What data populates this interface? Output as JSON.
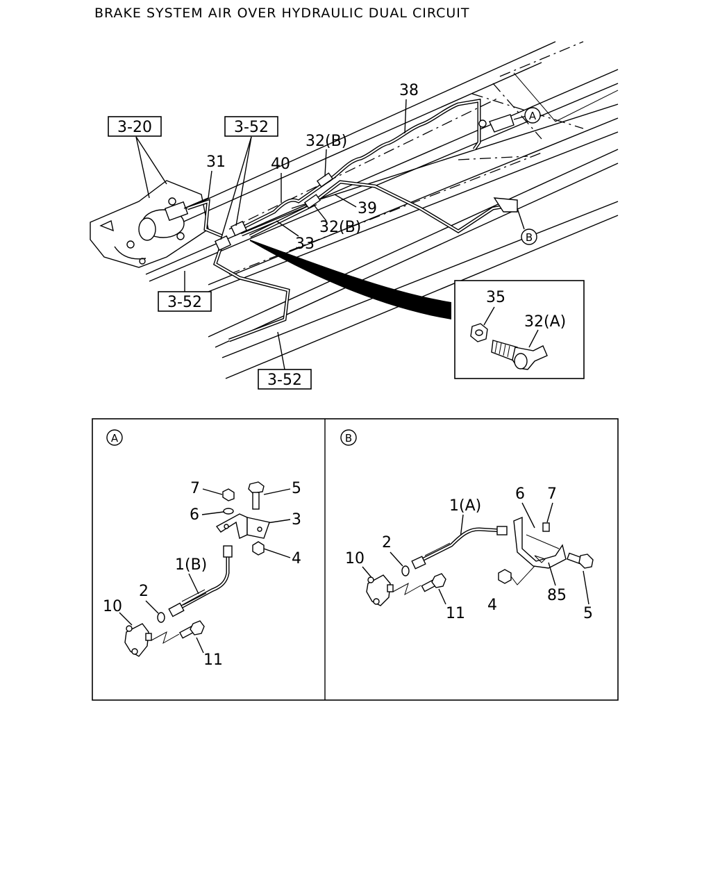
{
  "title": "BRAKE SYSTEM AIR OVER HYDRAULIC DUAL CIRCUIT",
  "main": {
    "refs": [
      "3-20",
      "3-52",
      "3-52",
      "3-52"
    ],
    "callouts": {
      "c38": "38",
      "c32b_top": "32(B)",
      "c31": "31",
      "c40": "40",
      "c39": "39",
      "c32b_mid": "32(B)",
      "c33": "33"
    },
    "markers": {
      "a": "A",
      "b": "B"
    },
    "inset": {
      "c35": "35",
      "c32a": "32(A)"
    }
  },
  "detail_a": {
    "marker": "A",
    "labels": {
      "l7": "7",
      "l5": "5",
      "l6": "6",
      "l3": "3",
      "l4": "4",
      "l1b": "1(B)",
      "l2": "2",
      "l10": "10",
      "l11": "11"
    }
  },
  "detail_b": {
    "marker": "B",
    "labels": {
      "l1a": "1(A)",
      "l6": "6",
      "l7": "7",
      "l2": "2",
      "l10": "10",
      "l11": "11",
      "l4": "4",
      "l85": "85",
      "l5": "5"
    }
  }
}
